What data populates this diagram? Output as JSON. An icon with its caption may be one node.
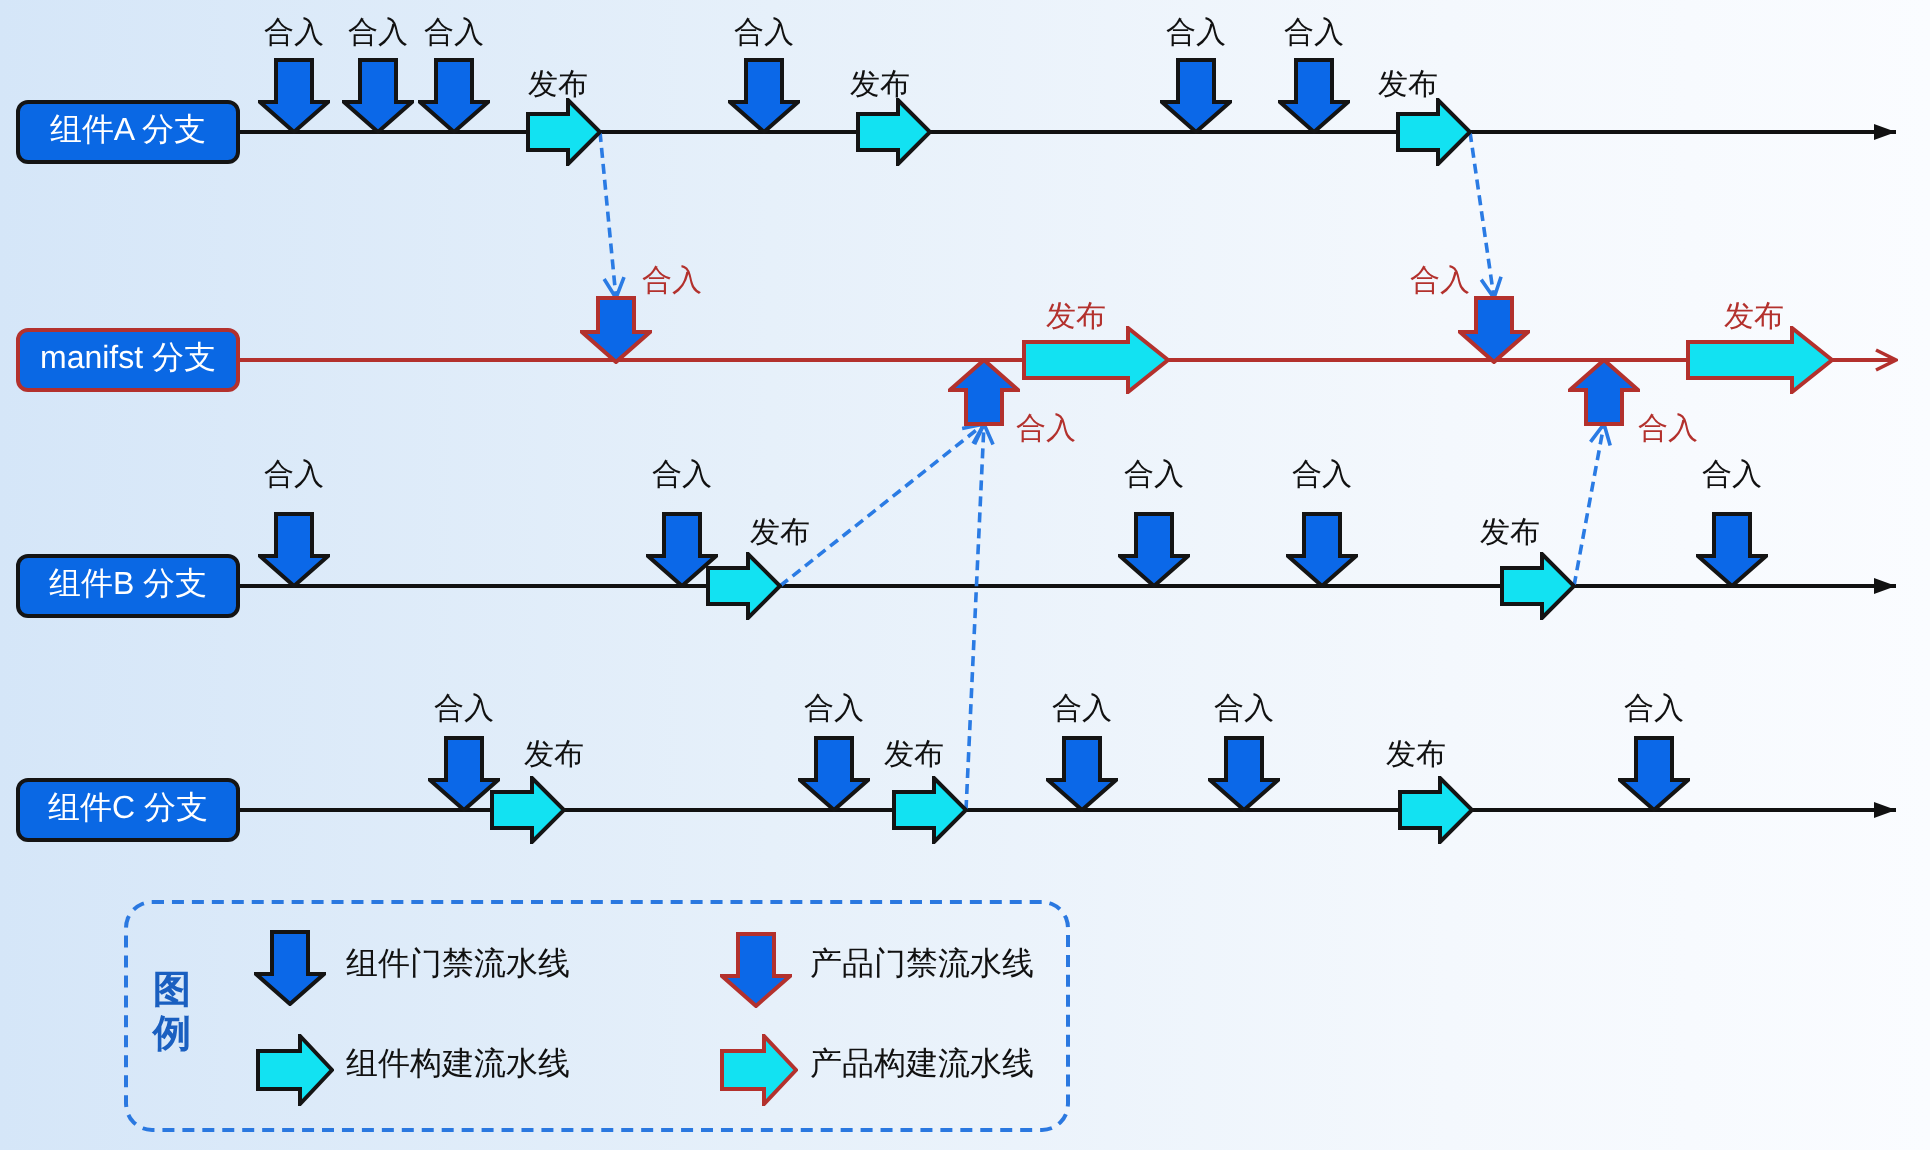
{
  "diagram": {
    "nodes": [
      {
        "text": [
          "组件A 分支"
        ]
      },
      {
        "text": [
          "合入"
        ]
      },
      {
        "text": [
          "合入"
        ]
      },
      {
        "text": [
          "合入"
        ]
      },
      {
        "text": [
          "发布"
        ]
      },
      {
        "text": [
          "合入"
        ]
      },
      {
        "text": [
          "发布"
        ]
      },
      {
        "text": [
          "合入"
        ]
      },
      {
        "text": [
          "合入"
        ]
      },
      {
        "text": [
          "发布"
        ]
      },
      {
        "text": [
          "manifst 分支"
        ]
      },
      {
        "text": [
          "合入"
        ]
      },
      {
        "text": [
          "合入"
        ]
      },
      {
        "text": [
          "发布"
        ]
      },
      {
        "text": [
          "合入"
        ]
      },
      {
        "text": [
          "合入"
        ]
      },
      {
        "text": [
          "发布"
        ]
      },
      {
        "text": [
          "组件B 分支"
        ]
      },
      {
        "text": [
          "合入"
        ]
      },
      {
        "text": [
          "合入"
        ]
      },
      {
        "text": [
          "发布"
        ]
      },
      {
        "text": [
          "合入"
        ]
      },
      {
        "text": [
          "合入"
        ]
      },
      {
        "text": [
          "发布"
        ]
      },
      {
        "text": [
          "合入"
        ]
      },
      {
        "text": [
          "组件C 分支"
        ]
      },
      {
        "text": [
          "合入"
        ]
      },
      {
        "text": [
          "发布"
        ]
      },
      {
        "text": [
          "合入"
        ]
      },
      {
        "text": [
          "发布"
        ]
      },
      {
        "text": [
          "合入"
        ]
      },
      {
        "text": [
          "合入"
        ]
      },
      {
        "text": [
          "发布"
        ]
      },
      {
        "text": [
          "合入"
        ]
      }
    ],
    "edges": [
      {
        "from": 0,
        "to": null,
        "arrow": "to",
        "color": "#111111"
      },
      {
        "from": 10,
        "to": null,
        "arrow": "to",
        "color": "#b3312d"
      },
      {
        "from": 17,
        "to": null,
        "arrow": "to",
        "color": "#111111"
      },
      {
        "from": 25,
        "to": null,
        "arrow": "to",
        "color": "#111111"
      },
      {
        "from": 4,
        "to": 11,
        "arrow": "to",
        "style": "dashed",
        "color": "#2a7be4"
      },
      {
        "from": 9,
        "to": 14,
        "arrow": "to",
        "style": "dashed",
        "color": "#2a7be4"
      },
      {
        "from": 20,
        "to": 12,
        "arrow": "to",
        "style": "dashed",
        "color": "#2a7be4"
      },
      {
        "from": 29,
        "to": 12,
        "arrow": "to",
        "style": "dashed",
        "color": "#2a7be4"
      },
      {
        "from": 23,
        "to": 15,
        "arrow": "to",
        "style": "dashed",
        "color": "#2a7be4"
      }
    ],
    "labels": [
      "图例"
    ],
    "legend": [
      {
        "text": "组件门禁流水线"
      },
      {
        "text": "产品门禁流水线"
      },
      {
        "text": "组件构建流水线"
      },
      {
        "text": "产品构建流水线"
      }
    ]
  }
}
